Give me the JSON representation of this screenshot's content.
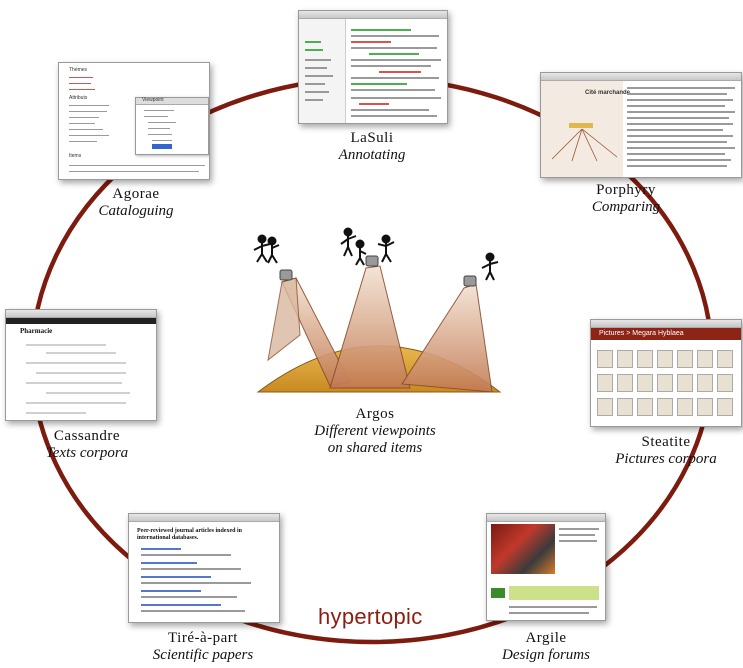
{
  "center": {
    "name": "Argos",
    "lines": [
      "Different viewpoints",
      "on shared items"
    ]
  },
  "nodes": {
    "lasuli": {
      "name": "LaSuli",
      "role": "Annotating"
    },
    "porphyry": {
      "name": "Porphyry",
      "role": "Comparing",
      "screen_title": "Cité marchande"
    },
    "steatite": {
      "name": "Steatite",
      "role": "Pictures corpora",
      "screen_title": "Pictures > Megara Hyblaea"
    },
    "argile": {
      "name": "Argile",
      "role": "Design forums"
    },
    "tire": {
      "name": "Tiré-à-part",
      "role": "Scientific papers",
      "screen_title": "Peer-reviewed journal articles indexed in international databases."
    },
    "cassandre": {
      "name": "Cassandre",
      "role": "Texts corpora",
      "screen_title": "Pharmacie"
    },
    "agorae": {
      "name": "Agorae",
      "role": "Cataloguing",
      "screen_headings": [
        "Thèmes",
        "Attributs",
        "Items"
      ],
      "tree_root": "Viewpoint"
    }
  },
  "footer": {
    "brand": "hypertopic"
  },
  "colors": {
    "ring": "#8b1e10",
    "brand": "#8b1e10",
    "hill": "#d9a441",
    "beam": "#b86d4a"
  }
}
